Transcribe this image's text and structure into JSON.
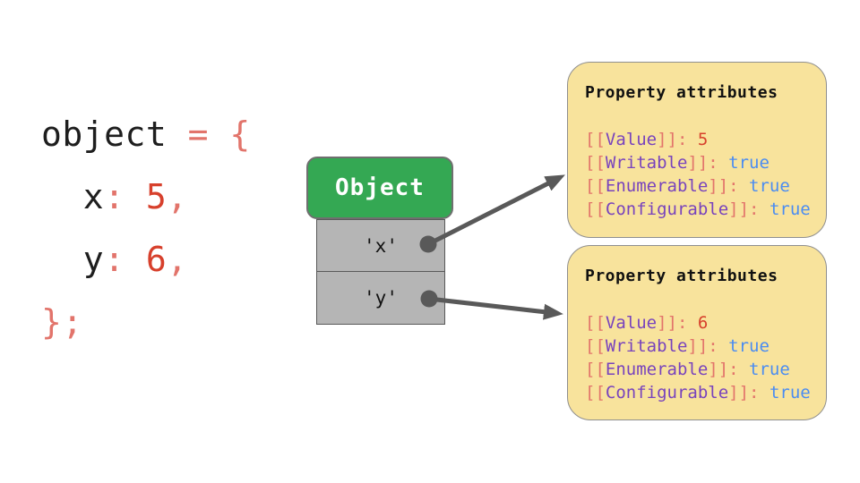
{
  "palette": {
    "code_ink": "#1e1e1e",
    "punctuation_salmon": "#e2746b",
    "number_red": "#d7402c",
    "attr_name_purple": "#7843bd",
    "boolean_blue": "#4a8cf2",
    "object_header_green": "#34a853",
    "slot_gray": "#b5b5b5",
    "arrow_gray": "#595959",
    "card_yellow": "#f8e39c"
  },
  "code": {
    "lines": [
      {
        "tokens": [
          {
            "text": "object",
            "color": "ink"
          },
          {
            "text": " = {",
            "color": "salmon"
          }
        ]
      },
      {
        "tokens": [
          {
            "text": "  x",
            "color": "ink"
          },
          {
            "text": ": ",
            "color": "salmon"
          },
          {
            "text": "5",
            "color": "red"
          },
          {
            "text": ",",
            "color": "salmon"
          }
        ]
      },
      {
        "tokens": [
          {
            "text": "  y",
            "color": "ink"
          },
          {
            "text": ": ",
            "color": "salmon"
          },
          {
            "text": "6",
            "color": "red"
          },
          {
            "text": ",",
            "color": "salmon"
          }
        ]
      },
      {
        "tokens": [
          {
            "text": "};",
            "color": "salmon"
          }
        ]
      }
    ]
  },
  "object_box": {
    "title": "Object",
    "slots": [
      {
        "label": "'x'"
      },
      {
        "label": "'y'"
      }
    ]
  },
  "cards": [
    {
      "title": "Property attributes",
      "rows": [
        {
          "open": "[[",
          "name": "Value",
          "close": "]]: ",
          "value": "5",
          "kind": "num"
        },
        {
          "open": "[[",
          "name": "Writable",
          "close": "]]: ",
          "value": "true",
          "kind": "bool"
        },
        {
          "open": "[[",
          "name": "Enumerable",
          "close": "]]: ",
          "value": "true",
          "kind": "bool"
        },
        {
          "open": "[[",
          "name": "Configurable",
          "close": "]]: ",
          "value": "true",
          "kind": "bool"
        }
      ]
    },
    {
      "title": "Property attributes",
      "rows": [
        {
          "open": "[[",
          "name": "Value",
          "close": "]]: ",
          "value": "6",
          "kind": "num"
        },
        {
          "open": "[[",
          "name": "Writable",
          "close": "]]: ",
          "value": "true",
          "kind": "bool"
        },
        {
          "open": "[[",
          "name": "Enumerable",
          "close": "]]: ",
          "value": "true",
          "kind": "bool"
        },
        {
          "open": "[[",
          "name": "Configurable",
          "close": "]]: ",
          "value": "true",
          "kind": "bool"
        }
      ]
    }
  ]
}
